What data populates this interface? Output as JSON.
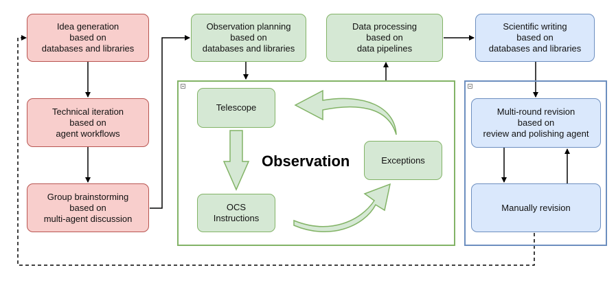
{
  "idea_generation": [
    "Idea generation",
    "based on",
    "databases and libraries"
  ],
  "technical_iteration": [
    "Technical iteration",
    "based on",
    "agent workflows"
  ],
  "group_brainstorming": [
    "Group brainstorming",
    "based on",
    "multi-agent discussion"
  ],
  "observation_planning": [
    "Observation planning",
    "based on",
    "databases and libraries"
  ],
  "data_processing": [
    "Data processing",
    "based on",
    "data pipelines"
  ],
  "scientific_writing": [
    "Scientific writing",
    "based on",
    "databases and libraries"
  ],
  "observation": {
    "title": "Observation",
    "telescope": [
      "Telescope"
    ],
    "ocs_instructions": [
      "OCS",
      "Instructions"
    ],
    "exceptions": [
      "Exceptions"
    ]
  },
  "revision": {
    "multi_round": [
      "Multi-round revision",
      "based on",
      "review and polishing agent"
    ],
    "manual": [
      "Manually revision"
    ]
  },
  "colors": {
    "red_fill": "#f8cecc",
    "red_stroke": "#b85450",
    "green_fill": "#d5e8d4",
    "green_stroke": "#82b366",
    "blue_fill": "#dae8fc",
    "blue_stroke": "#6c8ebf"
  }
}
